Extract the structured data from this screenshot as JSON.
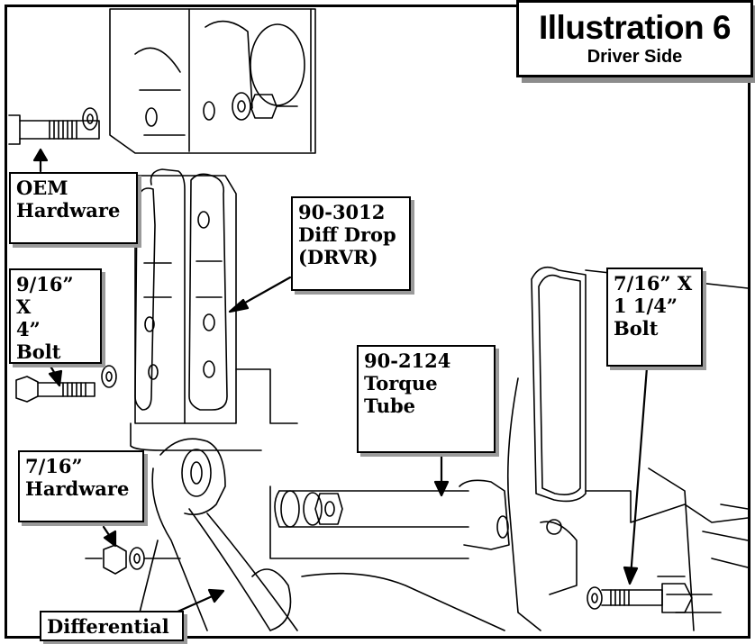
{
  "title": {
    "main": "Illustration 6",
    "sub": "Driver Side"
  },
  "callouts": {
    "oem_hardware": "OEM\nHardware",
    "diff_drop": "90-3012\nDiff Drop\n(DRVR)",
    "bolt_9_16": "9/16” X\n4”\nBolt",
    "bolt_7_16": "7/16” X\n1 1/4”\nBolt",
    "torque_tube": "90-2124\nTorque\nTube",
    "hardware_7_16": "7/16”\nHardware",
    "differential": "Differential"
  }
}
